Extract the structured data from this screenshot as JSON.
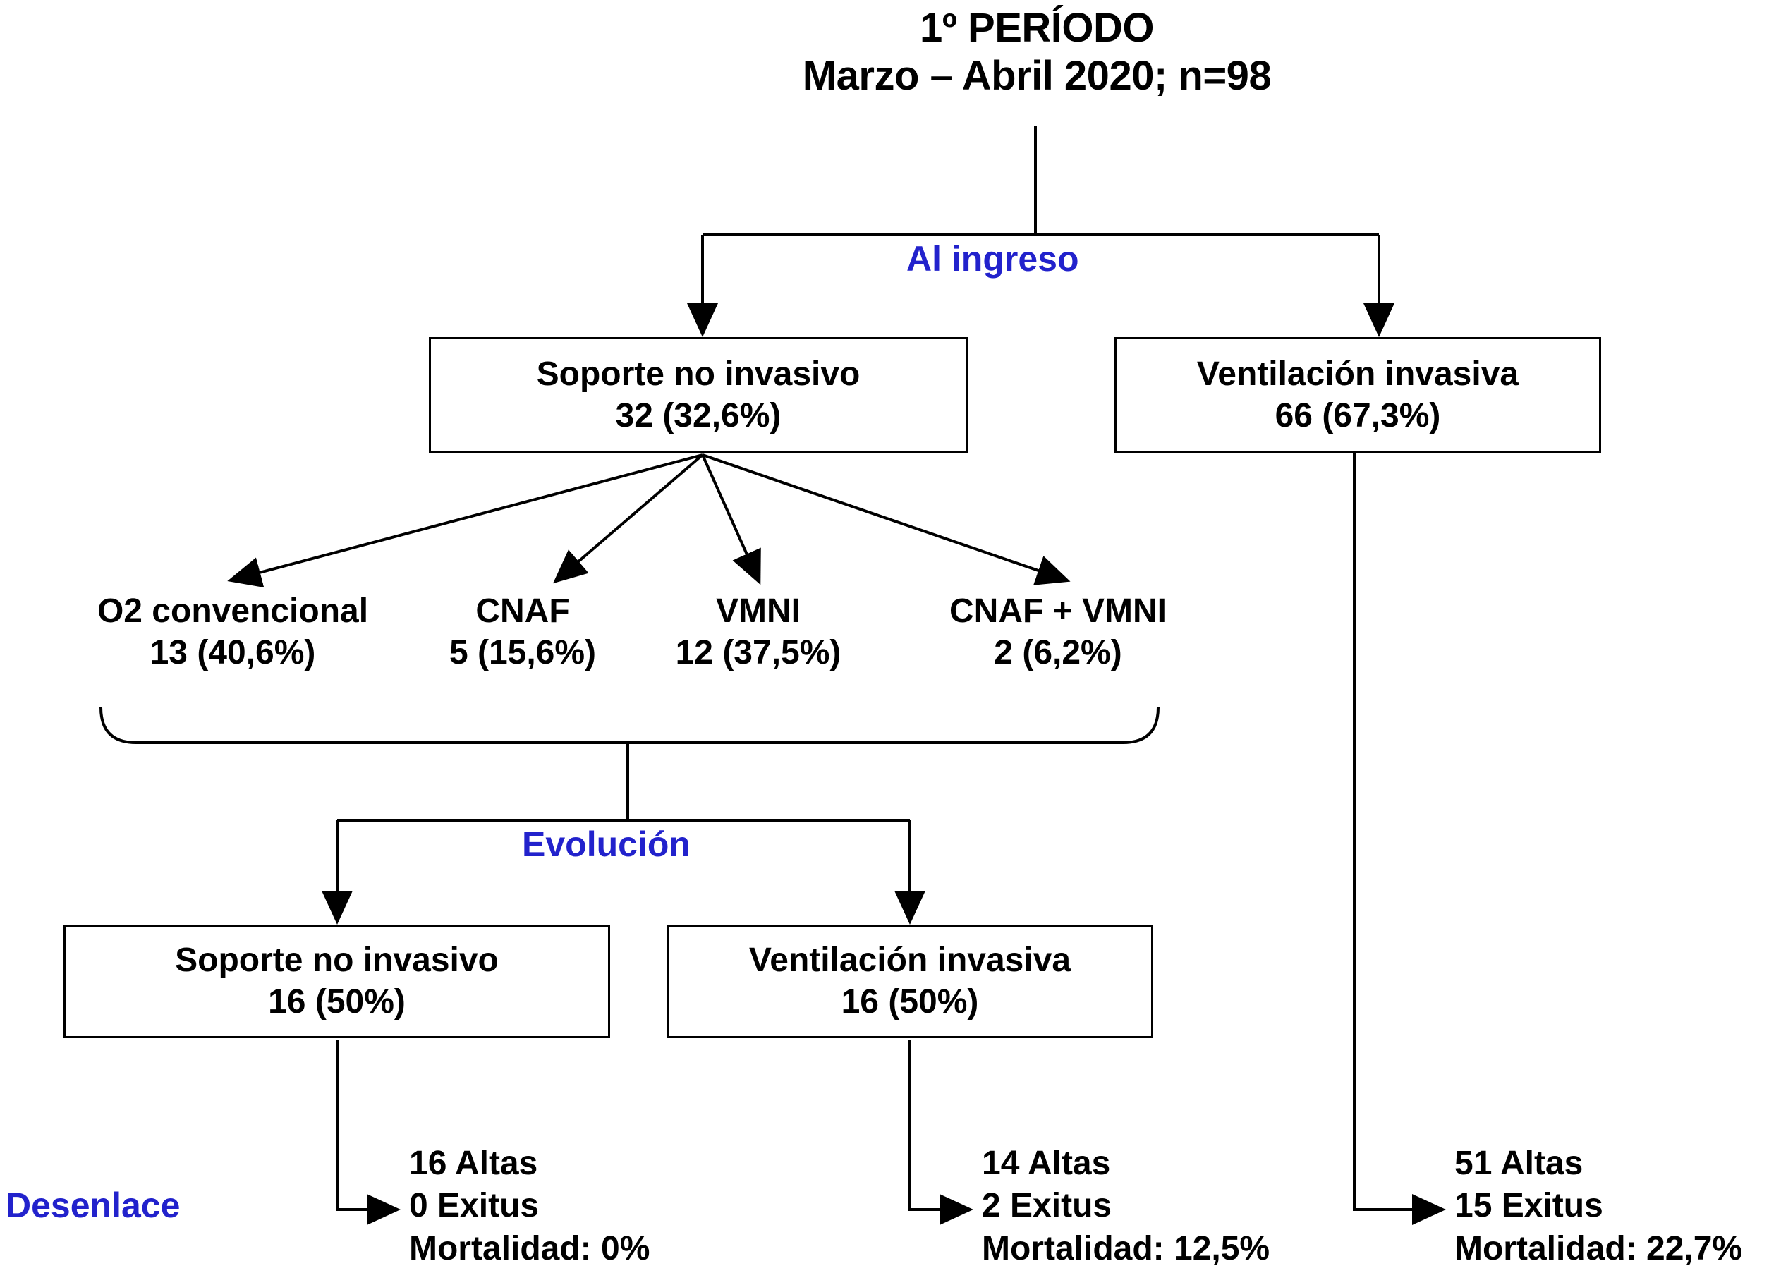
{
  "header": {
    "line1": "1º PERÍODO",
    "line2": "Marzo – Abril 2020;  n=98"
  },
  "colors": {
    "stage_label": "#2222CC",
    "line": "#000000",
    "box_border": "#000000",
    "text": "#000000"
  },
  "stages": {
    "admission": "Al ingreso",
    "evolution": "Evolución",
    "outcome": "Desenlace"
  },
  "admission_boxes": [
    {
      "label": "Soporte no invasivo",
      "value": "32 (32,6%)"
    },
    {
      "label": "Ventilación invasiva",
      "value": "66 (67,3%)"
    }
  ],
  "noninvasive_modalities": [
    {
      "label": "O2 convencional",
      "value": "13 (40,6%)"
    },
    {
      "label": "CNAF",
      "value": "5 (15,6%)"
    },
    {
      "label": "VMNI",
      "value": "12 (37,5%)"
    },
    {
      "label": "CNAF + VMNI",
      "value": "2 (6,2%)"
    }
  ],
  "evolution_boxes": [
    {
      "label": "Soporte no invasivo",
      "value": "16 (50%)"
    },
    {
      "label": "Ventilación invasiva",
      "value": "16 (50%)"
    }
  ],
  "outcomes": [
    {
      "altas": "16 Altas",
      "exitus": "0 Exitus",
      "mortalidad": "Mortalidad: 0%"
    },
    {
      "altas": "14 Altas",
      "exitus": "2 Exitus",
      "mortalidad": "Mortalidad: 12,5%"
    },
    {
      "altas": "51 Altas",
      "exitus": "15 Exitus",
      "mortalidad": "Mortalidad: 22,7%"
    }
  ],
  "chart_data": {
    "type": "diagram",
    "title": "1º PERÍODO — Marzo – Abril 2020; n=98",
    "total_n": 98,
    "nodes": [
      {
        "id": "root",
        "label": "1º PERÍODO / Marzo – Abril 2020",
        "n": 98
      },
      {
        "id": "sni1",
        "label": "Soporte no invasivo",
        "n": 32,
        "pct": "32,6%"
      },
      {
        "id": "vi1",
        "label": "Ventilación invasiva",
        "n": 66,
        "pct": "67,3%"
      },
      {
        "id": "o2",
        "label": "O2 convencional",
        "n": 13,
        "pct": "40,6%"
      },
      {
        "id": "cnaf",
        "label": "CNAF",
        "n": 5,
        "pct": "15,6%"
      },
      {
        "id": "vmni",
        "label": "VMNI",
        "n": 12,
        "pct": "37,5%"
      },
      {
        "id": "cnaf_vmni",
        "label": "CNAF + VMNI",
        "n": 2,
        "pct": "6,2%"
      },
      {
        "id": "sni2",
        "label": "Soporte no invasivo",
        "n": 16,
        "pct": "50%"
      },
      {
        "id": "vi2",
        "label": "Ventilación invasiva",
        "n": 16,
        "pct": "50%"
      },
      {
        "id": "out1",
        "label": "16 Altas / 0 Exitus",
        "mortalidad": "0%"
      },
      {
        "id": "out2",
        "label": "14 Altas / 2 Exitus",
        "mortalidad": "12,5%"
      },
      {
        "id": "out3",
        "label": "51 Altas / 15 Exitus",
        "mortalidad": "22,7%"
      }
    ],
    "edges": [
      {
        "from": "root",
        "to": "sni1",
        "stage": "Al ingreso"
      },
      {
        "from": "root",
        "to": "vi1",
        "stage": "Al ingreso"
      },
      {
        "from": "sni1",
        "to": "o2"
      },
      {
        "from": "sni1",
        "to": "cnaf"
      },
      {
        "from": "sni1",
        "to": "vmni"
      },
      {
        "from": "sni1",
        "to": "cnaf_vmni"
      },
      {
        "from": "sni1",
        "to": "sni2",
        "stage": "Evolución"
      },
      {
        "from": "sni1",
        "to": "vi2",
        "stage": "Evolución"
      },
      {
        "from": "sni2",
        "to": "out1",
        "stage": "Desenlace"
      },
      {
        "from": "vi2",
        "to": "out2",
        "stage": "Desenlace"
      },
      {
        "from": "vi1",
        "to": "out3",
        "stage": "Desenlace"
      }
    ]
  }
}
